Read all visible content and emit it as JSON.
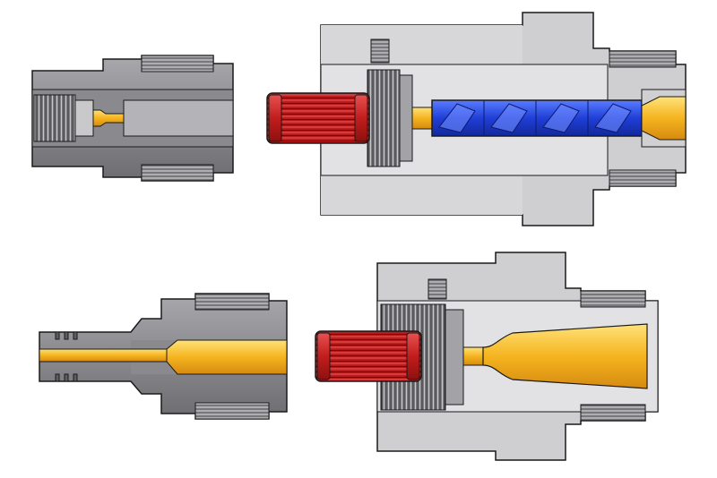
{
  "figure": {
    "background": "#ffffff",
    "colors": {
      "housing_dark": "#6f6f72",
      "housing_mid": "#8e8e92",
      "housing_light": "#b9b9bd",
      "housing_section": "#d6d6d8",
      "outline": "#1a1a1a",
      "bore_yellow": "#f2b21e",
      "bore_yellow_light": "#ffd95a",
      "filter_red": "#c21d1d",
      "filter_red_light": "#e04a4a",
      "insert_blue": "#1f3fd6",
      "insert_blue_light": "#4c6cf0"
    },
    "components": [
      {
        "id": "adapter-top-left",
        "kind": "female-thread-adapter"
      },
      {
        "id": "nozzle-top-right",
        "kind": "nozzle-with-filter-and-static-mixer"
      },
      {
        "id": "adapter-bottom-left",
        "kind": "hose-barb-adapter"
      },
      {
        "id": "nozzle-bottom-right",
        "kind": "nozzle-with-filter-and-conical-bore"
      }
    ]
  }
}
